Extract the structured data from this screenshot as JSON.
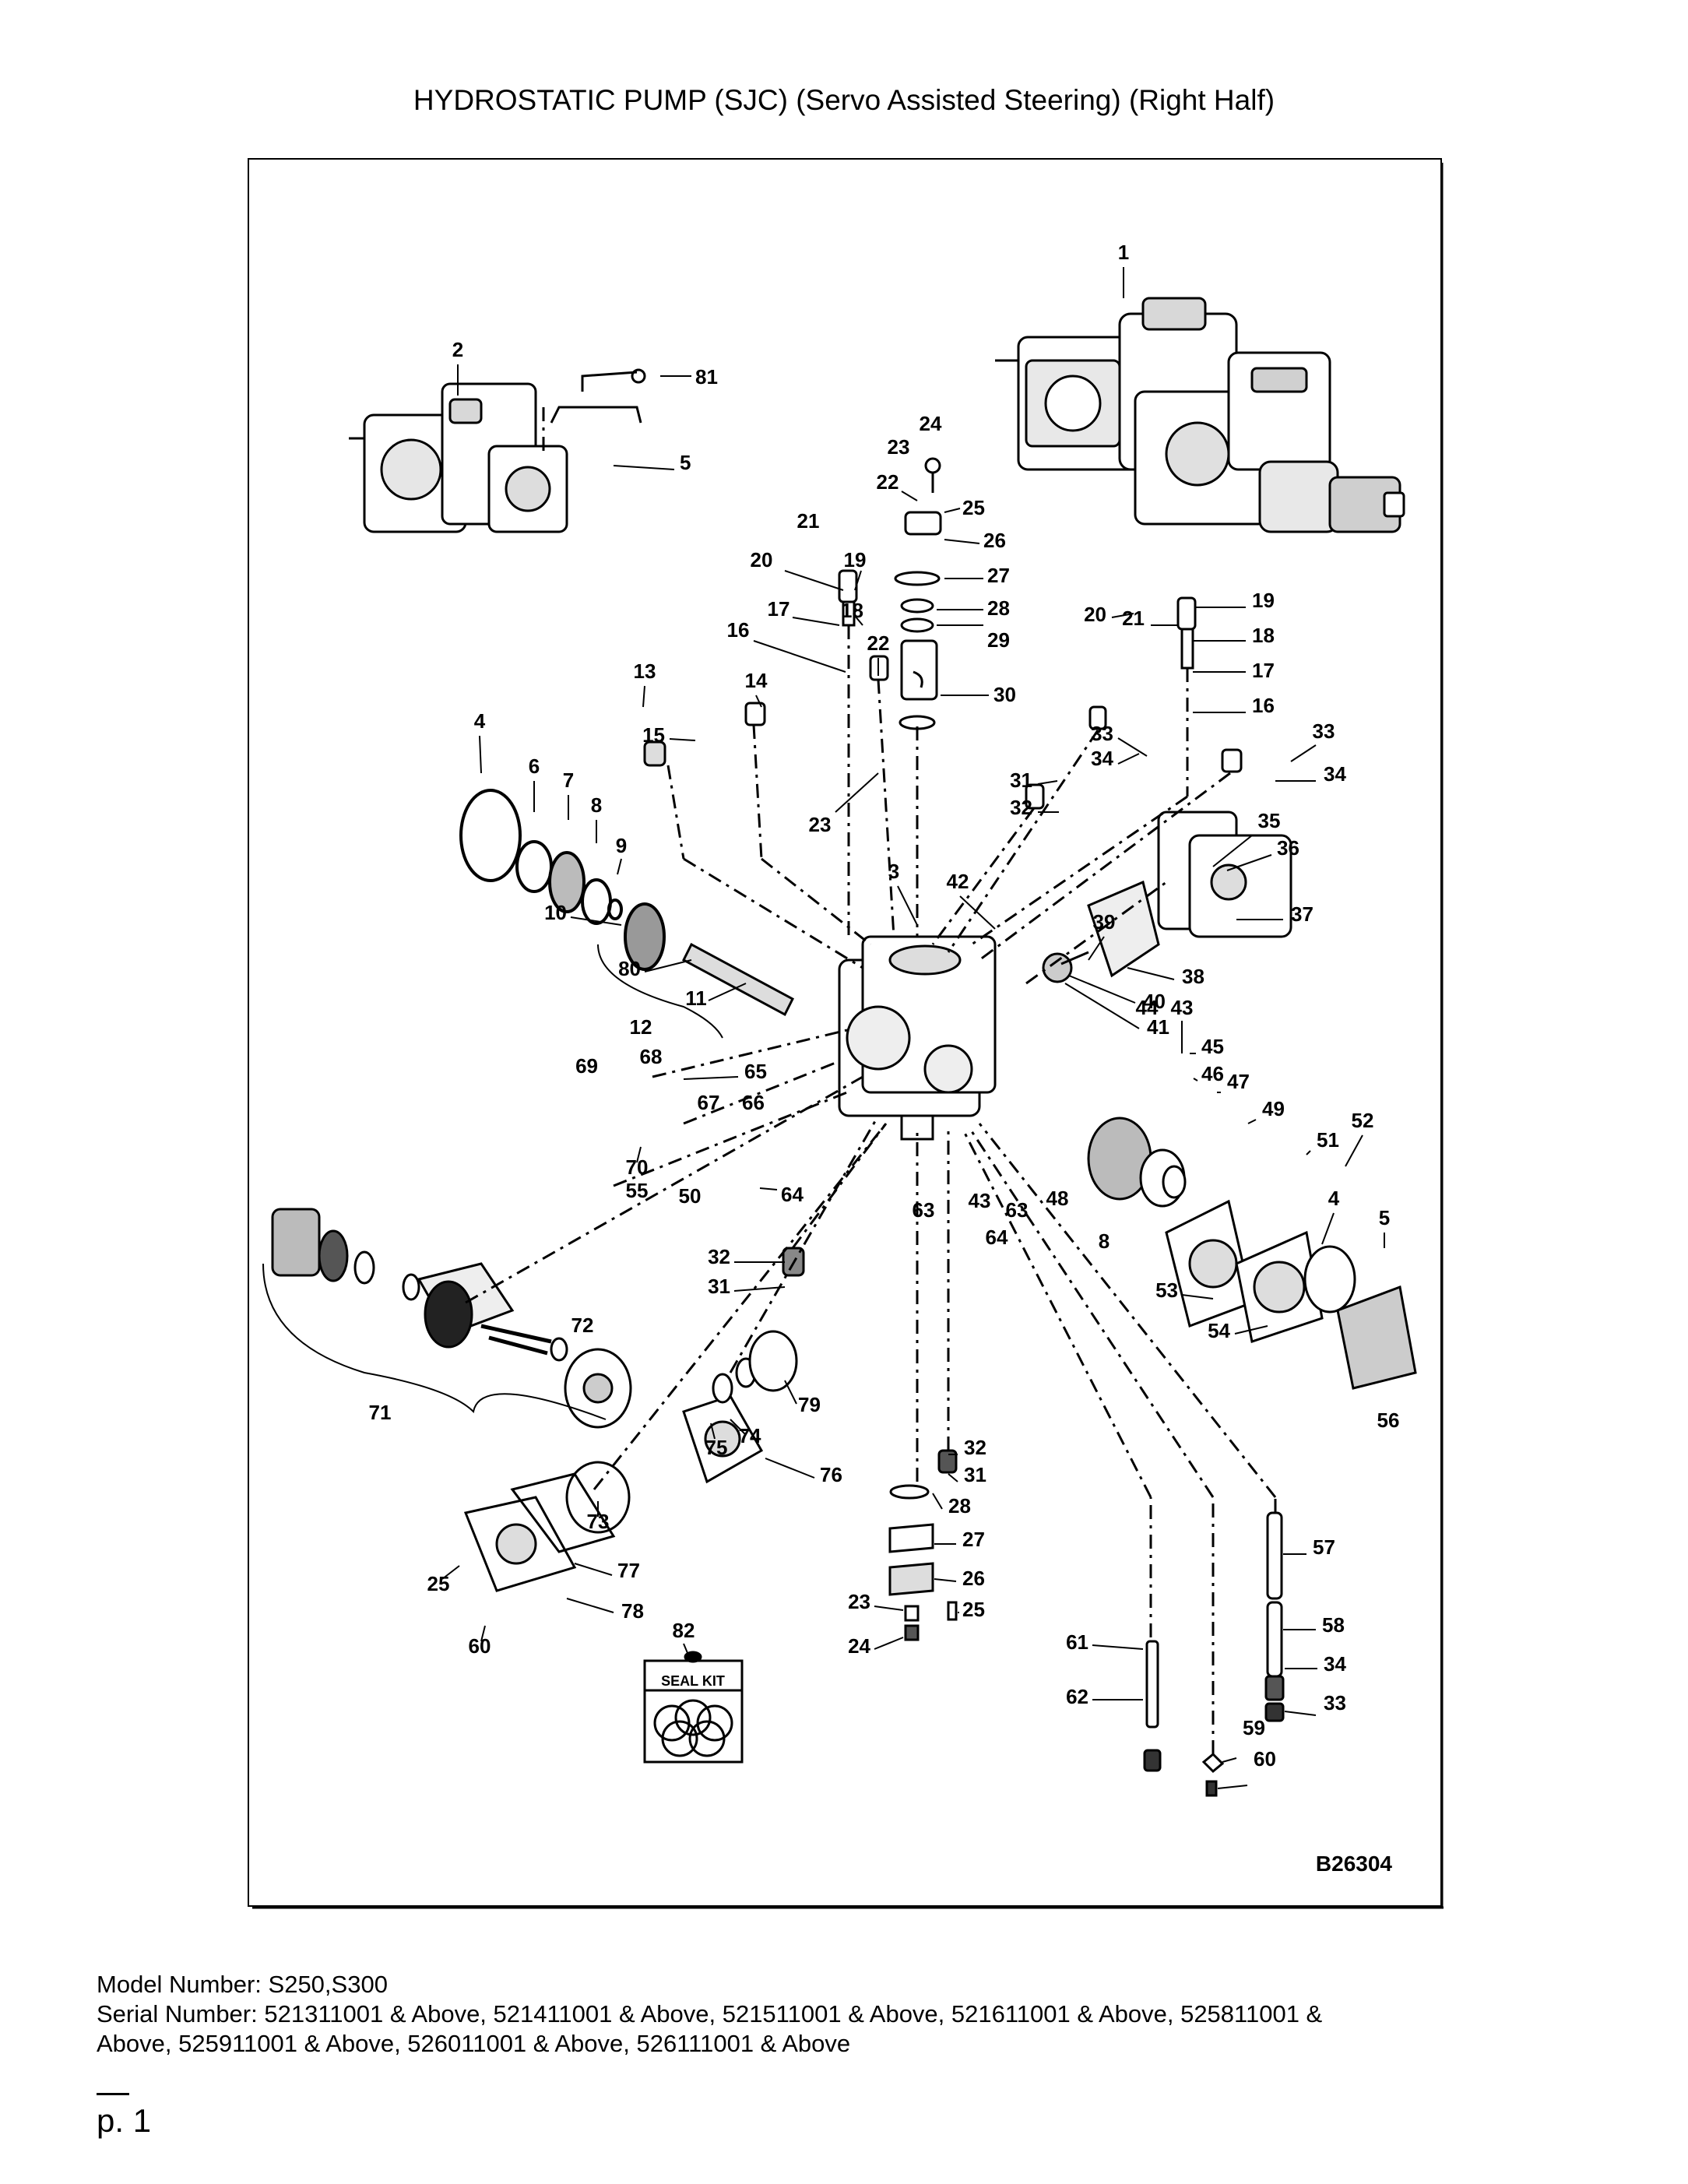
{
  "title": "HYDROSTATIC PUMP (SJC) (Servo Assisted Steering) (Right Half)",
  "diagram": {
    "drawing_number": "B26304",
    "seal_kit_label": "SEAL KIT",
    "callouts": [
      "1",
      "2",
      "81",
      "5",
      "24",
      "23",
      "22",
      "25",
      "26",
      "27",
      "28",
      "29",
      "30",
      "21",
      "20",
      "19",
      "17",
      "18",
      "16",
      "22",
      "14",
      "23",
      "13",
      "15",
      "4",
      "6",
      "7",
      "8",
      "9",
      "10",
      "80",
      "11",
      "12",
      "3",
      "42",
      "39",
      "37",
      "36",
      "35",
      "38",
      "40",
      "41",
      "31",
      "32",
      "33",
      "34",
      "33",
      "34",
      "20",
      "21",
      "19",
      "18",
      "17",
      "16",
      "44",
      "43",
      "45",
      "46",
      "47",
      "49",
      "51",
      "52",
      "69",
      "68",
      "65",
      "67",
      "66",
      "70",
      "55",
      "50",
      "64",
      "63",
      "43",
      "63",
      "64",
      "48",
      "8",
      "4",
      "5",
      "53",
      "54",
      "56",
      "32",
      "31",
      "72",
      "71",
      "79",
      "74",
      "75",
      "76",
      "73",
      "77",
      "25",
      "78",
      "60",
      "32",
      "31",
      "28",
      "27",
      "26",
      "23",
      "25",
      "24",
      "57",
      "58",
      "34",
      "33",
      "61",
      "62",
      "59",
      "60",
      "82"
    ]
  },
  "footer": {
    "model": "Model Number: S250,S300",
    "serial_line1": "Serial Number: 521311001 & Above, 521411001 & Above, 521511001 & Above, 521611001 & Above, 525811001 &",
    "serial_line2": "Above, 525911001 & Above, 526011001 & Above, 526111001 & Above"
  },
  "page_label": "p. 1"
}
